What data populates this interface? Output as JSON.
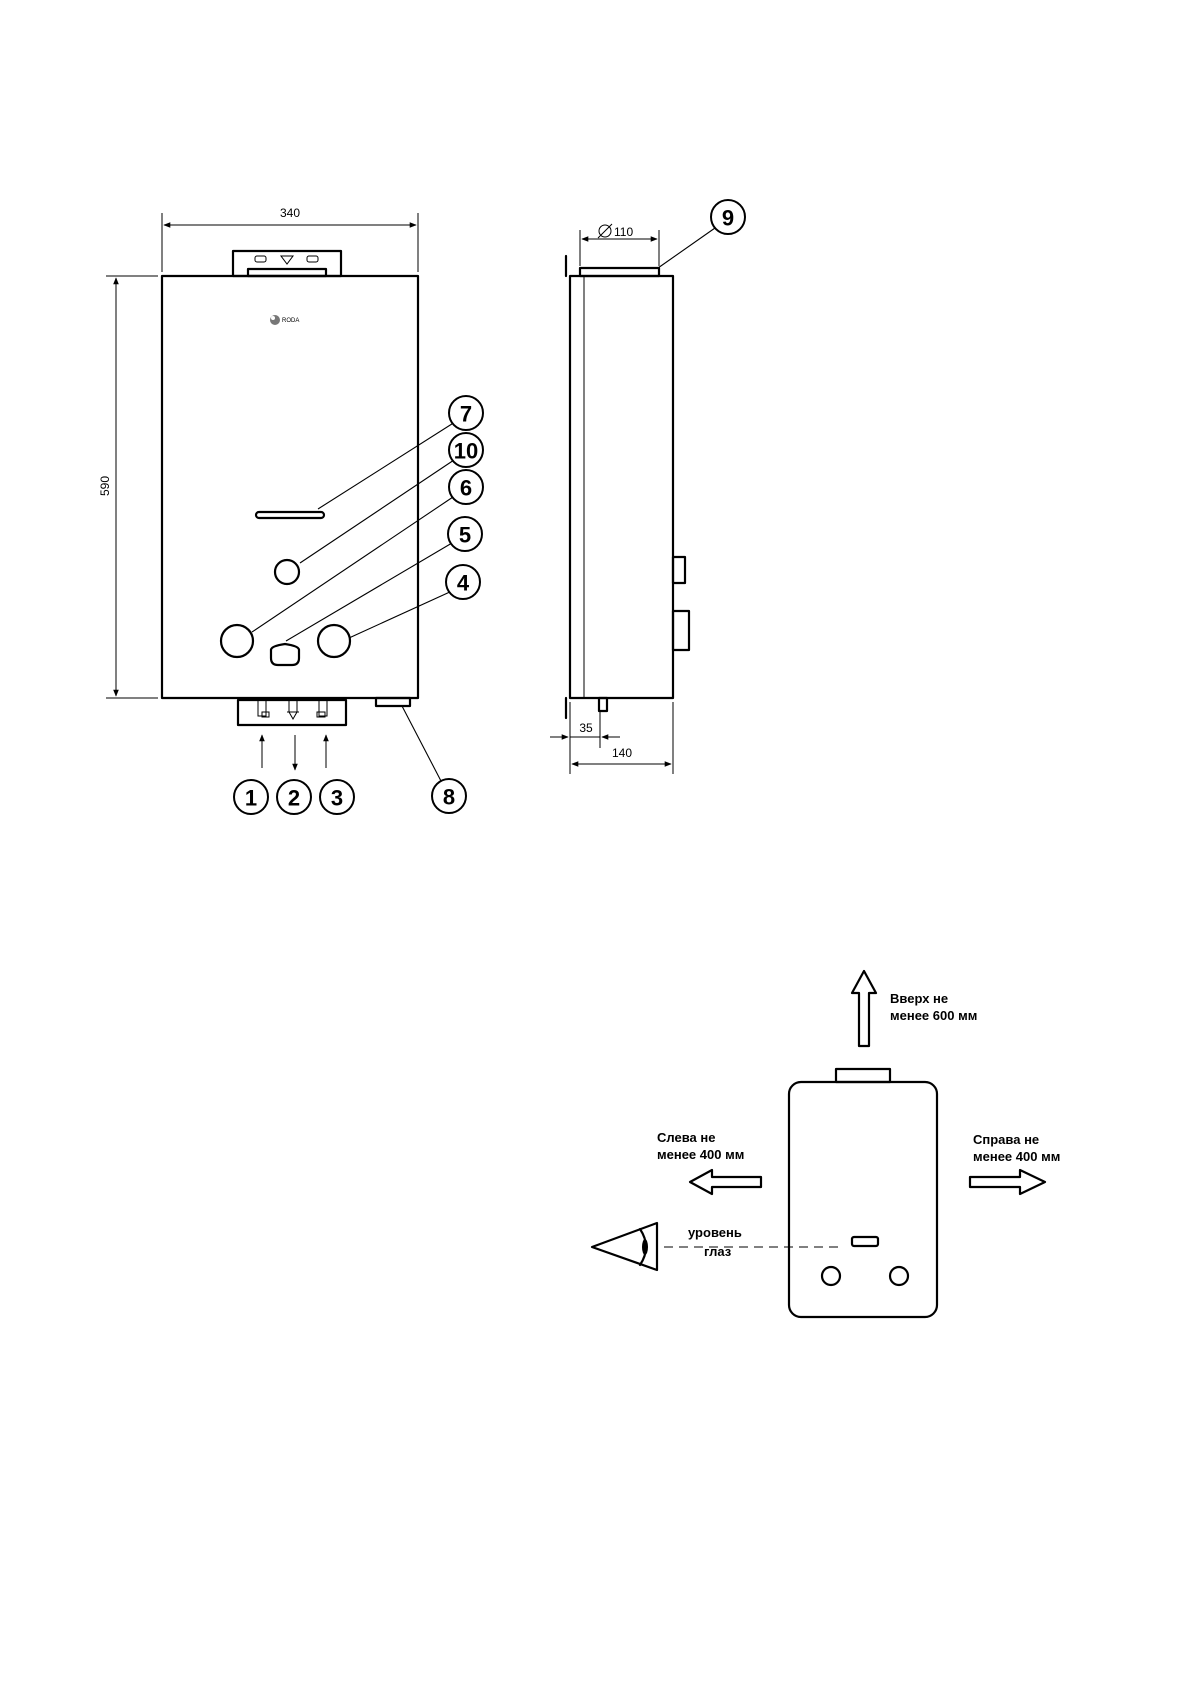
{
  "front_view": {
    "width_dim": "340",
    "height_dim": "590",
    "brand": "RODA"
  },
  "side_view": {
    "flue_dim": "110",
    "depth_dim": "140",
    "offset_dim": "35"
  },
  "callouts": [
    "1",
    "2",
    "3",
    "4",
    "5",
    "6",
    "7",
    "8",
    "9",
    "10"
  ],
  "clearance": {
    "top_line1": "Вверх не",
    "top_line2": "менее 600 мм",
    "left_line1": "Слева не",
    "left_line2": "менее 400 мм",
    "right_line1": "Справа не",
    "right_line2": "менее 400 мм",
    "eye_line1": "уровень",
    "eye_line2": "глаз"
  }
}
